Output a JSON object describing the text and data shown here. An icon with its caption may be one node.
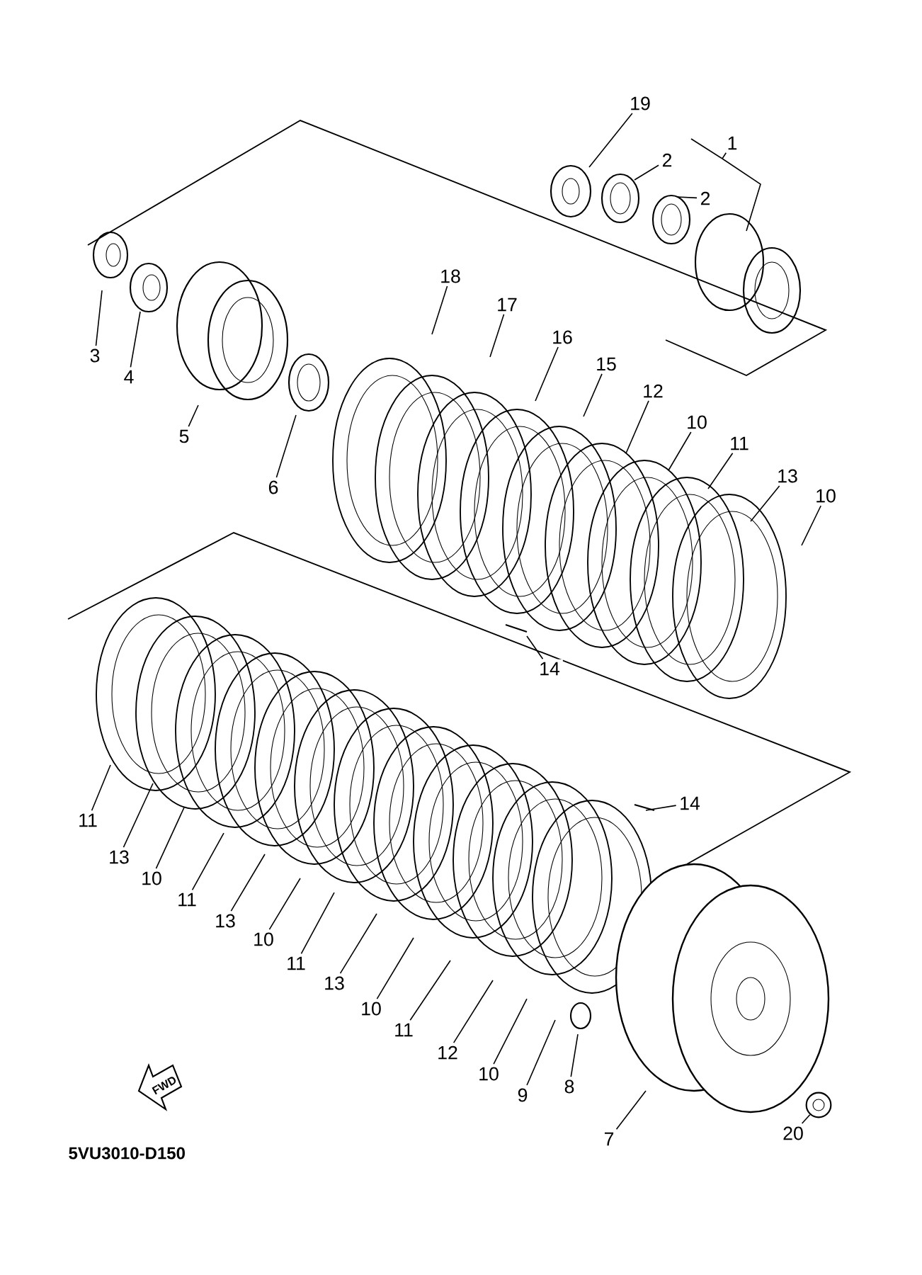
{
  "diagram": {
    "nodes": [
      {
        "text": [
          "19"
        ]
      },
      {
        "text": [
          "1"
        ]
      },
      {
        "text": [
          "2"
        ]
      },
      {
        "text": [
          "2"
        ]
      },
      {
        "text": [
          "18"
        ]
      },
      {
        "text": [
          "17"
        ]
      },
      {
        "text": [
          "16"
        ]
      },
      {
        "text": [
          "3"
        ]
      },
      {
        "text": [
          "15"
        ]
      },
      {
        "text": [
          "4"
        ]
      },
      {
        "text": [
          "12"
        ]
      },
      {
        "text": [
          "10"
        ]
      },
      {
        "text": [
          "5"
        ]
      },
      {
        "text": [
          "11"
        ]
      },
      {
        "text": [
          "13"
        ]
      },
      {
        "text": [
          "6"
        ]
      },
      {
        "text": [
          "10"
        ]
      },
      {
        "text": [
          "14"
        ]
      },
      {
        "text": [
          "14"
        ]
      },
      {
        "text": [
          "11"
        ]
      },
      {
        "text": [
          "13"
        ]
      },
      {
        "text": [
          "10"
        ]
      },
      {
        "text": [
          "11"
        ]
      },
      {
        "text": [
          "13"
        ]
      },
      {
        "text": [
          "10"
        ]
      },
      {
        "text": [
          "11"
        ]
      },
      {
        "text": [
          "13"
        ]
      },
      {
        "text": [
          "10"
        ]
      },
      {
        "text": [
          "11"
        ]
      },
      {
        "text": [
          "12"
        ]
      },
      {
        "text": [
          "10"
        ]
      },
      {
        "text": [
          "8"
        ]
      },
      {
        "text": [
          "9"
        ]
      },
      {
        "text": [
          "20"
        ]
      },
      {
        "text": [
          "7"
        ]
      },
      {
        "text": [],
        "shape": "circle"
      }
    ],
    "edges": [
      {
        "from": 0,
        "to": null,
        "arrow": "none"
      },
      {
        "from": 1,
        "to": null,
        "arrow": "none"
      },
      {
        "from": 2,
        "to": null,
        "arrow": "none"
      },
      {
        "from": 3,
        "to": null,
        "arrow": "none"
      },
      {
        "from": 4,
        "to": null,
        "arrow": "none"
      },
      {
        "from": 5,
        "to": null,
        "arrow": "none"
      },
      {
        "from": 6,
        "to": null,
        "arrow": "none"
      },
      {
        "from": 7,
        "to": null,
        "arrow": "none"
      },
      {
        "from": 8,
        "to": null,
        "arrow": "none"
      },
      {
        "from": 9,
        "to": null,
        "arrow": "none"
      },
      {
        "from": 10,
        "to": null,
        "arrow": "none"
      },
      {
        "from": 11,
        "to": null,
        "arrow": "none"
      },
      {
        "from": 12,
        "to": null,
        "arrow": "none"
      },
      {
        "from": 13,
        "to": null,
        "arrow": "none"
      },
      {
        "from": 14,
        "to": null,
        "arrow": "none"
      },
      {
        "from": 15,
        "to": null,
        "arrow": "none"
      },
      {
        "from": 16,
        "to": null,
        "arrow": "none"
      },
      {
        "from": 17,
        "to": null,
        "arrow": "none"
      },
      {
        "from": 18,
        "to": null,
        "arrow": "none"
      },
      {
        "from": 19,
        "to": null,
        "arrow": "none"
      },
      {
        "from": 20,
        "to": null,
        "arrow": "none"
      },
      {
        "from": 21,
        "to": null,
        "arrow": "none"
      },
      {
        "from": 22,
        "to": null,
        "arrow": "none"
      },
      {
        "from": 23,
        "to": null,
        "arrow": "none"
      },
      {
        "from": 24,
        "to": null,
        "arrow": "none"
      },
      {
        "from": 25,
        "to": null,
        "arrow": "none"
      },
      {
        "from": 26,
        "to": null,
        "arrow": "none"
      },
      {
        "from": 27,
        "to": null,
        "arrow": "none"
      },
      {
        "from": 28,
        "to": null,
        "arrow": "none"
      },
      {
        "from": 29,
        "to": null,
        "arrow": "none"
      },
      {
        "from": 30,
        "to": null,
        "arrow": "none"
      },
      {
        "from": 31,
        "to": null,
        "arrow": "none"
      },
      {
        "from": 32,
        "to": null,
        "arrow": "none"
      },
      {
        "from": 33,
        "to": 35,
        "arrow": "none"
      },
      {
        "from": 34,
        "to": null,
        "arrow": "none"
      }
    ],
    "labels": [
      "FWD",
      "5VU3010-D150"
    ]
  }
}
